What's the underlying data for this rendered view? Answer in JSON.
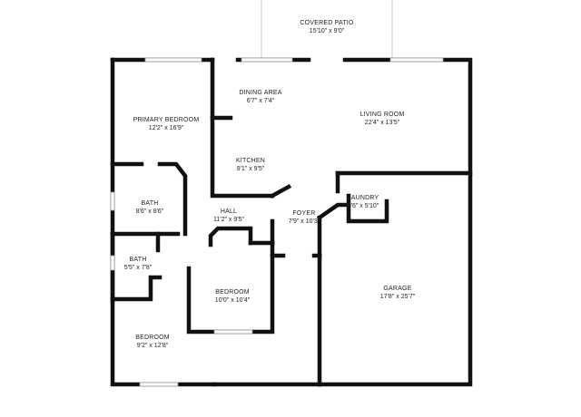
{
  "rooms": {
    "covered_patio": {
      "name": "COVERED PATIO",
      "dims": "15'10\" x 9'0\""
    },
    "dining_area": {
      "name": "DINING AREA",
      "dims": "6'7\" x 7'4\""
    },
    "living_room": {
      "name": "LIVING ROOM",
      "dims": "22'4\" x 13'5\""
    },
    "primary_bedroom": {
      "name": "PRIMARY BEDROOM",
      "dims": "12'2\" x 16'9\""
    },
    "kitchen": {
      "name": "KITCHEN",
      "dims": "9'1\" x 9'5\""
    },
    "laundry": {
      "name": "LAUNDRY",
      "dims": "5'6\" x 5'10\""
    },
    "bath_1": {
      "name": "BATH",
      "dims": "8'6\" x 8'6\""
    },
    "hall": {
      "name": "HALL",
      "dims": "11'2\" x 9'5\""
    },
    "foyer": {
      "name": "FOYER",
      "dims": "7'9\" x 10'3\""
    },
    "bath_2": {
      "name": "BATH",
      "dims": "5'5\" x 7'8\""
    },
    "bedroom_1": {
      "name": "BEDROOM",
      "dims": "10'0\" x 10'4\""
    },
    "garage": {
      "name": "GARAGE",
      "dims": "17'8\" x 25'7\""
    },
    "bedroom_2": {
      "name": "BEDROOM",
      "dims": "9'2\" x 12'8\""
    }
  },
  "colors": {
    "wall": "#111111",
    "background": "#ffffff",
    "text": "#222222"
  }
}
